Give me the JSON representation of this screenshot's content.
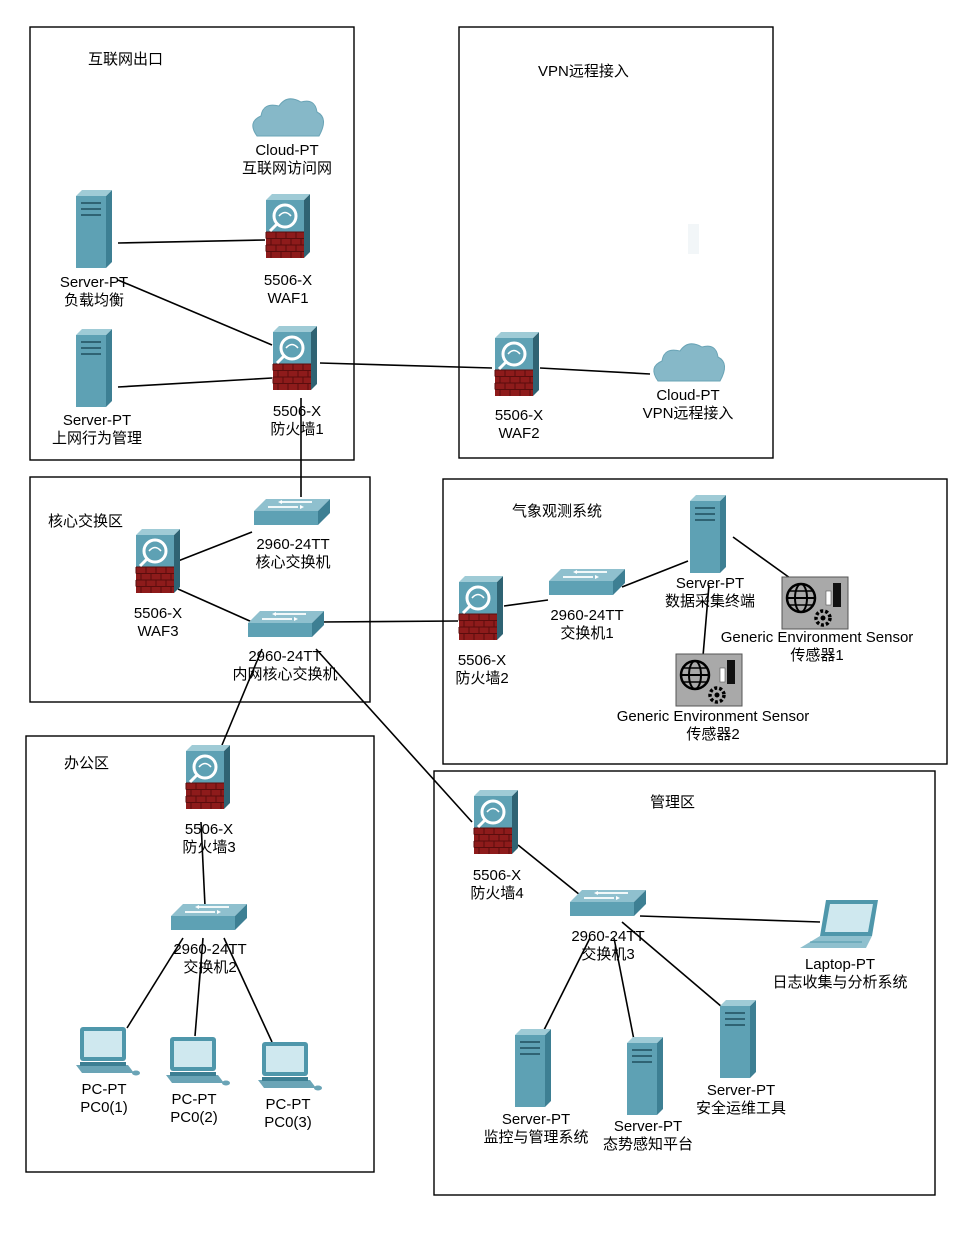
{
  "zones": [
    {
      "id": "internet",
      "title": "互联网出口"
    },
    {
      "id": "vpn",
      "title": "VPN远程接入"
    },
    {
      "id": "core",
      "title": "核心交换区"
    },
    {
      "id": "weather",
      "title": "气象观测系统"
    },
    {
      "id": "office",
      "title": "办公区"
    },
    {
      "id": "mgmt",
      "title": "管理区"
    }
  ],
  "devices": [
    {
      "id": "cloud_inet",
      "type": "cloud",
      "model": "Cloud-PT",
      "name": "互联网访问网"
    },
    {
      "id": "waf1",
      "type": "firewall",
      "model": "5506-X",
      "name": "WAF1"
    },
    {
      "id": "srv_lb",
      "type": "server",
      "model": "Server-PT",
      "name": "负载均衡"
    },
    {
      "id": "srv_behav",
      "type": "server",
      "model": "Server-PT",
      "name": "上网行为管理"
    },
    {
      "id": "fw1",
      "type": "firewall",
      "model": "5506-X",
      "name": "防火墙1"
    },
    {
      "id": "waf2",
      "type": "firewall",
      "model": "5506-X",
      "name": "WAF2"
    },
    {
      "id": "cloud_vpn",
      "type": "cloud",
      "model": "Cloud-PT",
      "name": "VPN远程接入"
    },
    {
      "id": "sw_core",
      "type": "switch",
      "model": "2960-24TT",
      "name": "核心交换机"
    },
    {
      "id": "waf3",
      "type": "firewall",
      "model": "5506-X",
      "name": "WAF3"
    },
    {
      "id": "sw_inner",
      "type": "switch",
      "model": "2960-24TT",
      "name": "内网核心交换机"
    },
    {
      "id": "fw2",
      "type": "firewall",
      "model": "5506-X",
      "name": "防火墙2"
    },
    {
      "id": "sw1",
      "type": "switch",
      "model": "2960-24TT",
      "name": "交换机1"
    },
    {
      "id": "srv_data",
      "type": "server",
      "model": "Server-PT",
      "name": "数据采集终端"
    },
    {
      "id": "sensor1",
      "type": "sensor",
      "model": "Generic Environment Sensor",
      "name": "传感器1"
    },
    {
      "id": "sensor2",
      "type": "sensor",
      "model": "Generic Environment Sensor",
      "name": "传感器2"
    },
    {
      "id": "fw3",
      "type": "firewall",
      "model": "5506-X",
      "name": "防火墙3"
    },
    {
      "id": "sw2",
      "type": "switch",
      "model": "2960-24TT",
      "name": "交换机2"
    },
    {
      "id": "pc1",
      "type": "pc",
      "model": "PC-PT",
      "name": "PC0(1)"
    },
    {
      "id": "pc2",
      "type": "pc",
      "model": "PC-PT",
      "name": "PC0(2)"
    },
    {
      "id": "pc3",
      "type": "pc",
      "model": "PC-PT",
      "name": "PC0(3)"
    },
    {
      "id": "fw4",
      "type": "firewall",
      "model": "5506-X",
      "name": "防火墙4"
    },
    {
      "id": "sw3",
      "type": "switch",
      "model": "2960-24TT",
      "name": "交换机3"
    },
    {
      "id": "laptop",
      "type": "laptop",
      "model": "Laptop-PT",
      "name": "日志收集与分析系统"
    },
    {
      "id": "srv_monitor",
      "type": "server",
      "model": "Server-PT",
      "name": "监控与管理系统"
    },
    {
      "id": "srv_situation",
      "type": "server",
      "model": "Server-PT",
      "name": "态势感知平台"
    },
    {
      "id": "srv_ops",
      "type": "server",
      "model": "Server-PT",
      "name": "安全运维工具"
    }
  ],
  "links": [
    [
      "srv_lb",
      "waf1"
    ],
    [
      "srv_lb",
      "fw1"
    ],
    [
      "srv_behav",
      "fw1"
    ],
    [
      "fw1",
      "waf2"
    ],
    [
      "waf2",
      "cloud_vpn"
    ],
    [
      "fw1",
      "sw_core"
    ],
    [
      "waf3",
      "sw_core"
    ],
    [
      "waf3",
      "sw_inner"
    ],
    [
      "sw_inner",
      "fw2"
    ],
    [
      "fw2",
      "sw1"
    ],
    [
      "sw1",
      "srv_data"
    ],
    [
      "srv_data",
      "sensor1"
    ],
    [
      "srv_data",
      "sensor2"
    ],
    [
      "sw_inner",
      "fw3"
    ],
    [
      "fw3",
      "sw2"
    ],
    [
      "sw2",
      "pc1"
    ],
    [
      "sw2",
      "pc2"
    ],
    [
      "sw2",
      "pc3"
    ],
    [
      "sw_inner",
      "fw4"
    ],
    [
      "fw4",
      "sw3"
    ],
    [
      "sw3",
      "laptop"
    ],
    [
      "sw3",
      "srv_monitor"
    ],
    [
      "sw3",
      "srv_situation"
    ],
    [
      "sw3",
      "srv_ops"
    ]
  ],
  "colors": {
    "device_blue": "#5ea1b4",
    "device_dark": "#3d7f93",
    "firewall_brick": "#8e1b1b",
    "cloud": "#86b8c8",
    "line": "#000000"
  }
}
